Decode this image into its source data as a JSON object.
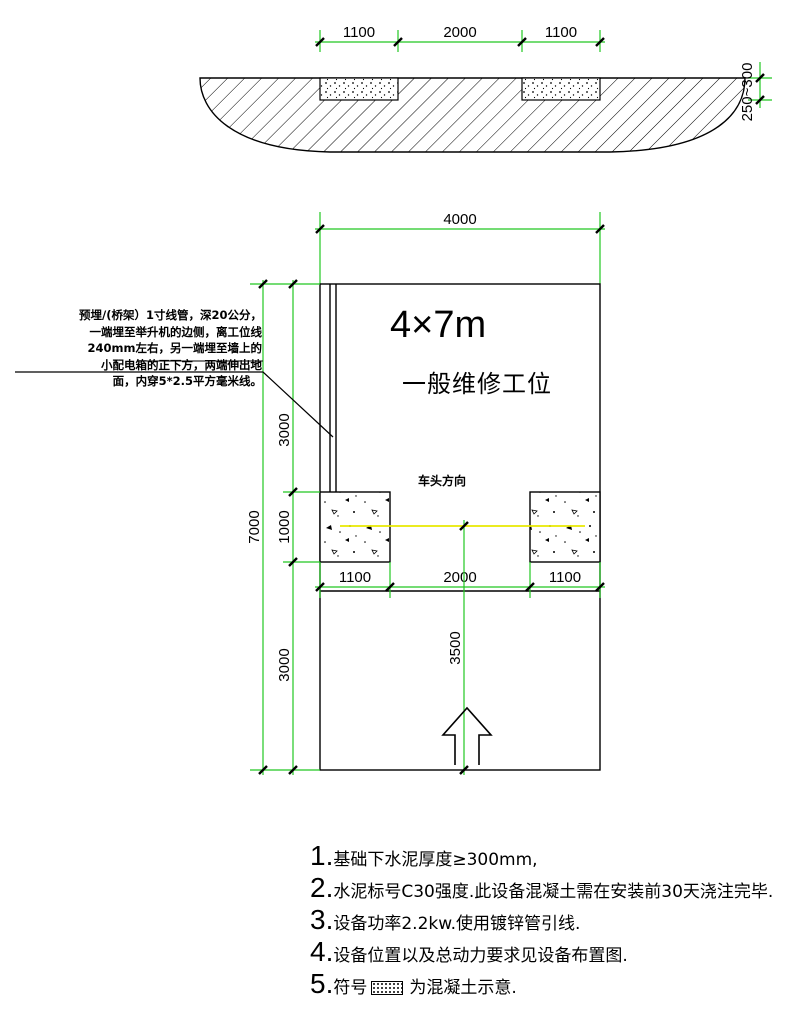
{
  "top_section": {
    "dims": [
      "1100",
      "2000",
      "1100"
    ],
    "depth_dim": "250~300"
  },
  "bay": {
    "title": "4×7m",
    "subtitle": "一般维修工位",
    "direction_label": "车头方向",
    "width_dim": "4000",
    "total_length_dim": "7000",
    "left_dims": [
      "3000",
      "1000",
      "3000"
    ],
    "pit_dims": [
      "1100",
      "2000",
      "1100"
    ],
    "center_dim": "3500"
  },
  "callout": {
    "lines": [
      "预埋/(桥架）1寸线管，深20公分，",
      "一端埋至举升机的边侧，离工位线",
      "240mm左右，另一端埋至墙上的",
      "小配电箱的正下方，两端伸出地",
      "面，内穿5*2.5平方毫米线。"
    ]
  },
  "notes": {
    "items": [
      {
        "num": "1.",
        "text": "基础下水泥厚度≥300mm,"
      },
      {
        "num": "2.",
        "text": "水泥标号C30强度.此设备混凝土需在安装前30天浇注完毕."
      },
      {
        "num": "3.",
        "text": "设备功率2.2kw.使用镀锌管引线."
      },
      {
        "num": "4.",
        "text": "设备位置以及总动力要求见设备布置图."
      },
      {
        "num": "5.",
        "text": "符号",
        "suffix": "为混凝土示意."
      }
    ]
  },
  "colors": {
    "dimension_line": "#22c722",
    "yellow_line": "#e8e800",
    "outline": "#000000"
  }
}
